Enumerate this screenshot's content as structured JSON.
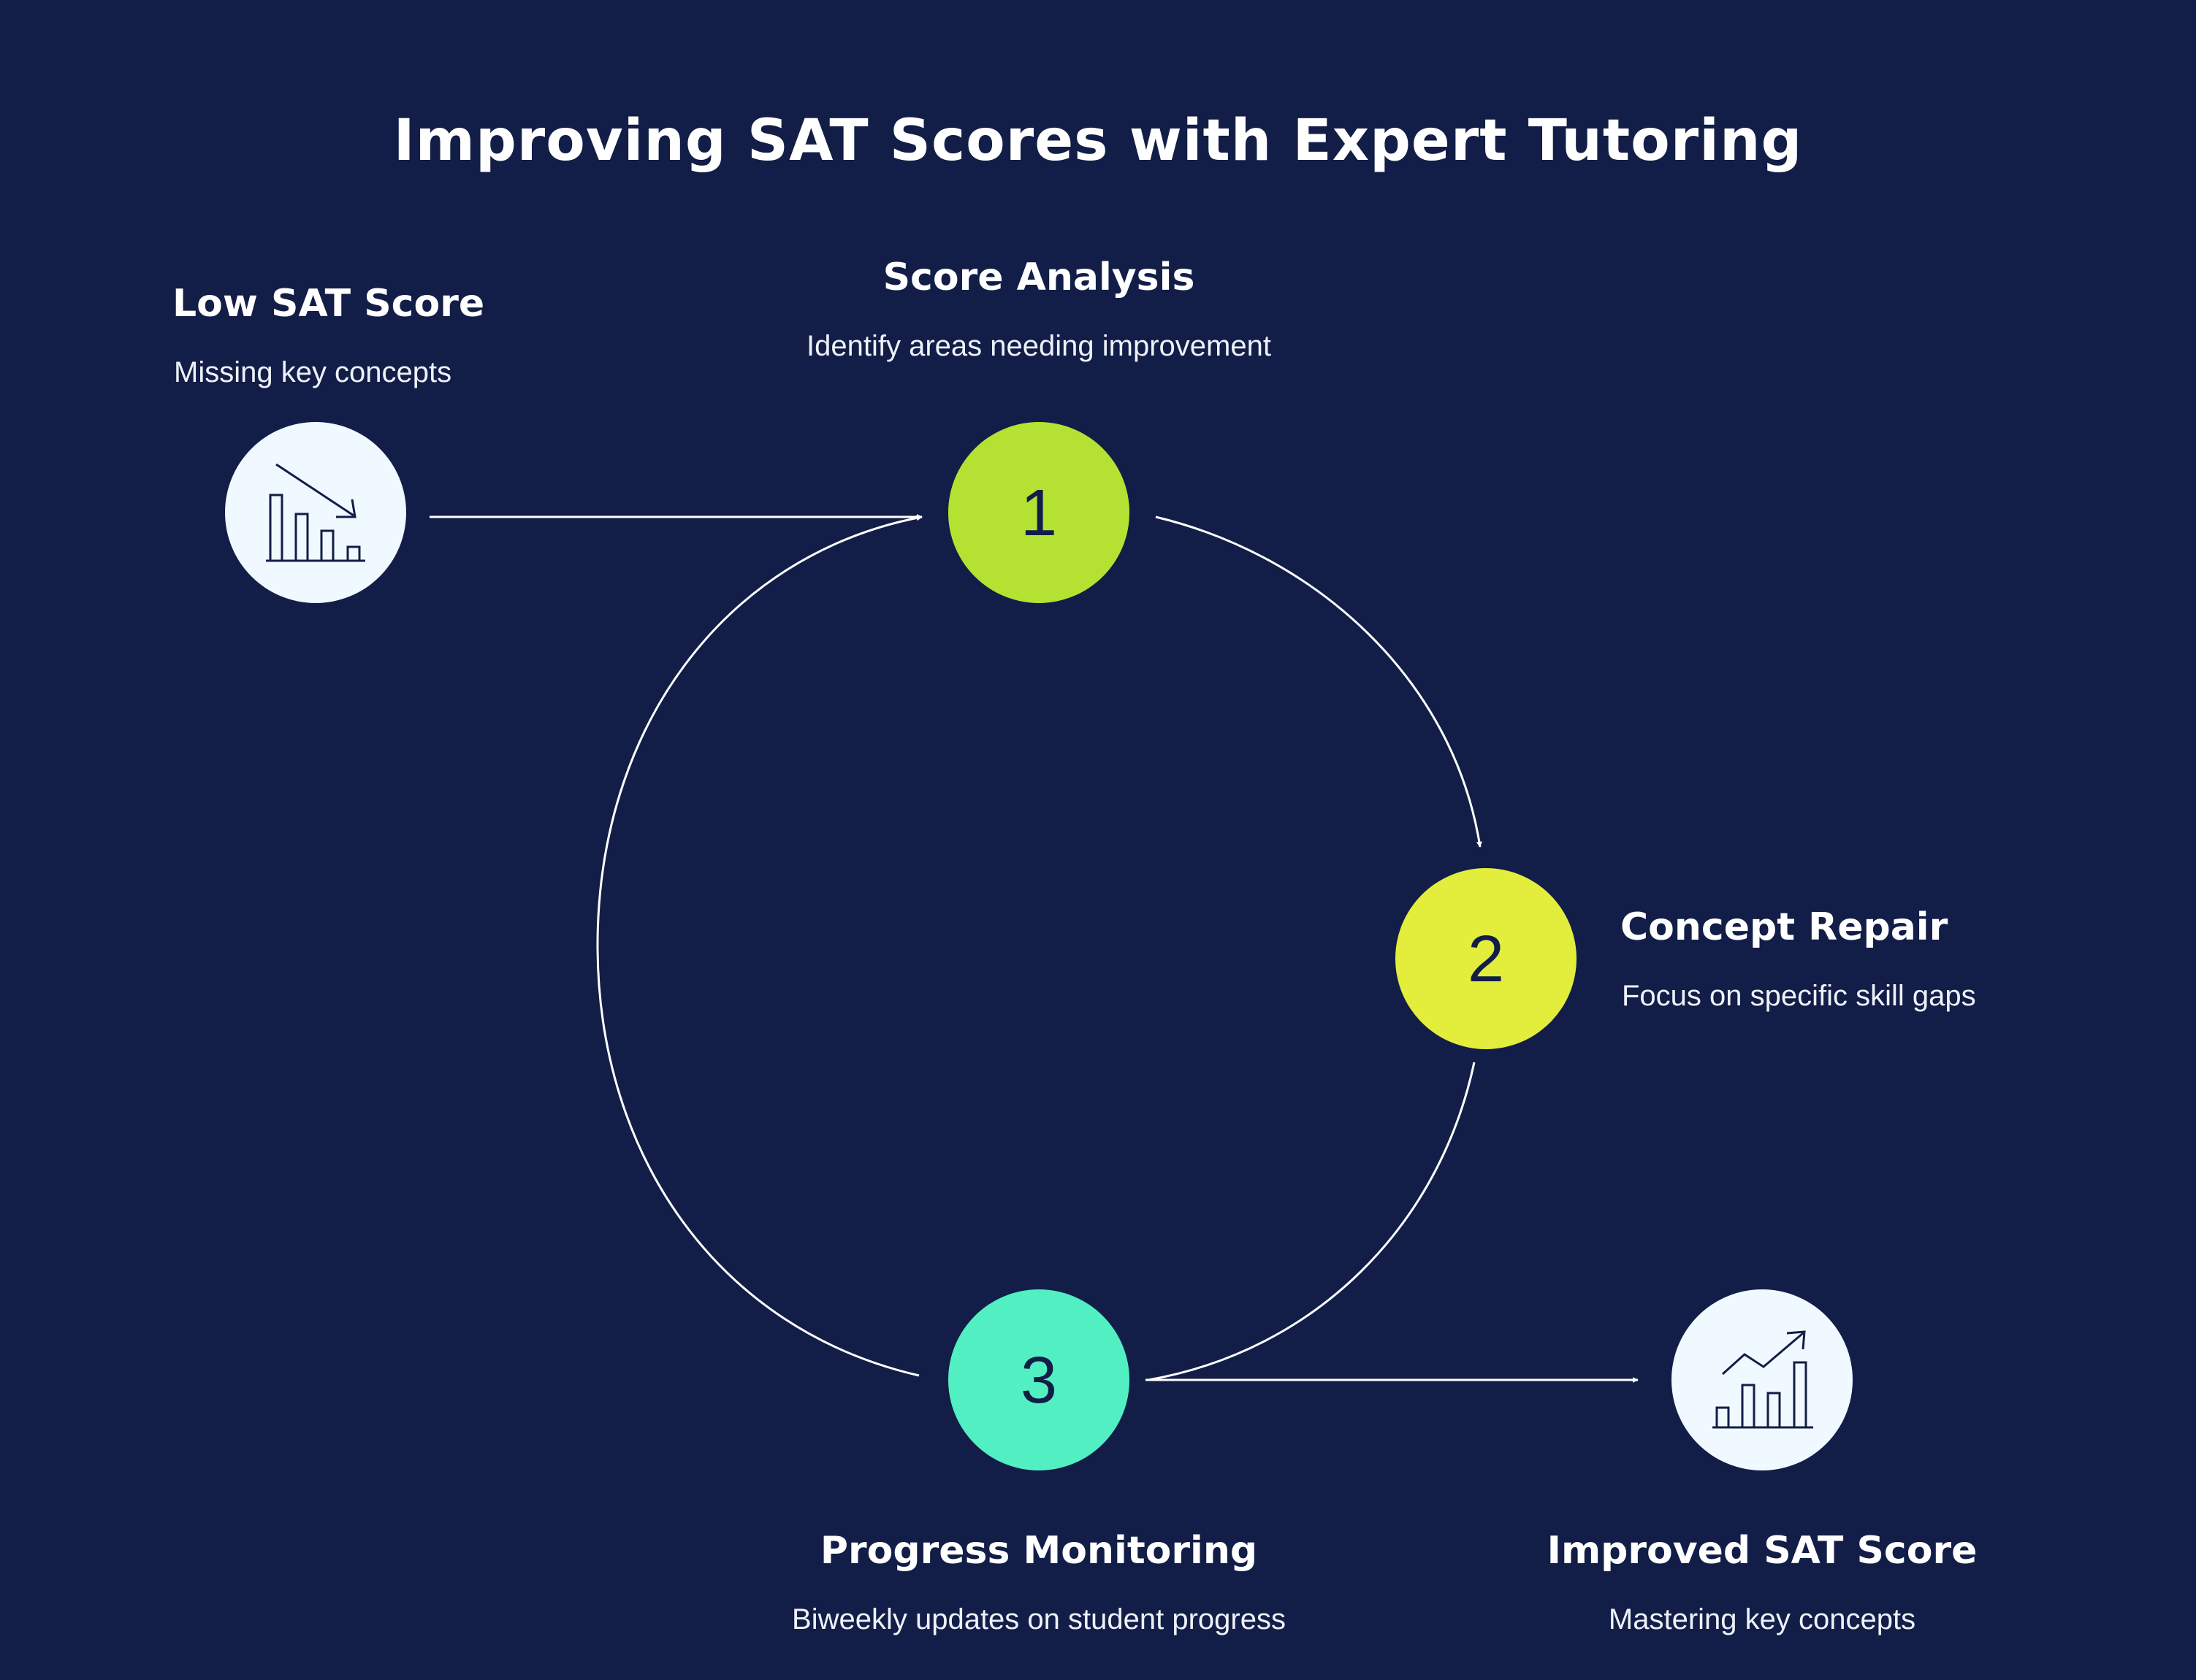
{
  "title": "Improving SAT Scores with Expert Tutoring",
  "colors": {
    "background": "#121e47",
    "step1": "#b5e232",
    "step2": "#e2ed3c",
    "step3": "#52efc3",
    "icon_circle": "#f0f9ff",
    "connector": "#ffffff"
  },
  "start": {
    "heading": "Low SAT Score",
    "description": "Missing key concepts",
    "icon": "declining-bar-chart-icon"
  },
  "steps": [
    {
      "number": "1",
      "heading": "Score Analysis",
      "description": "Identify areas needing improvement"
    },
    {
      "number": "2",
      "heading": "Concept Repair",
      "description": "Focus on specific skill gaps"
    },
    {
      "number": "3",
      "heading": "Progress Monitoring",
      "description": "Biweekly updates on student progress"
    }
  ],
  "end": {
    "heading": "Improved SAT Score",
    "description": "Mastering key concepts",
    "icon": "rising-bar-chart-icon"
  }
}
